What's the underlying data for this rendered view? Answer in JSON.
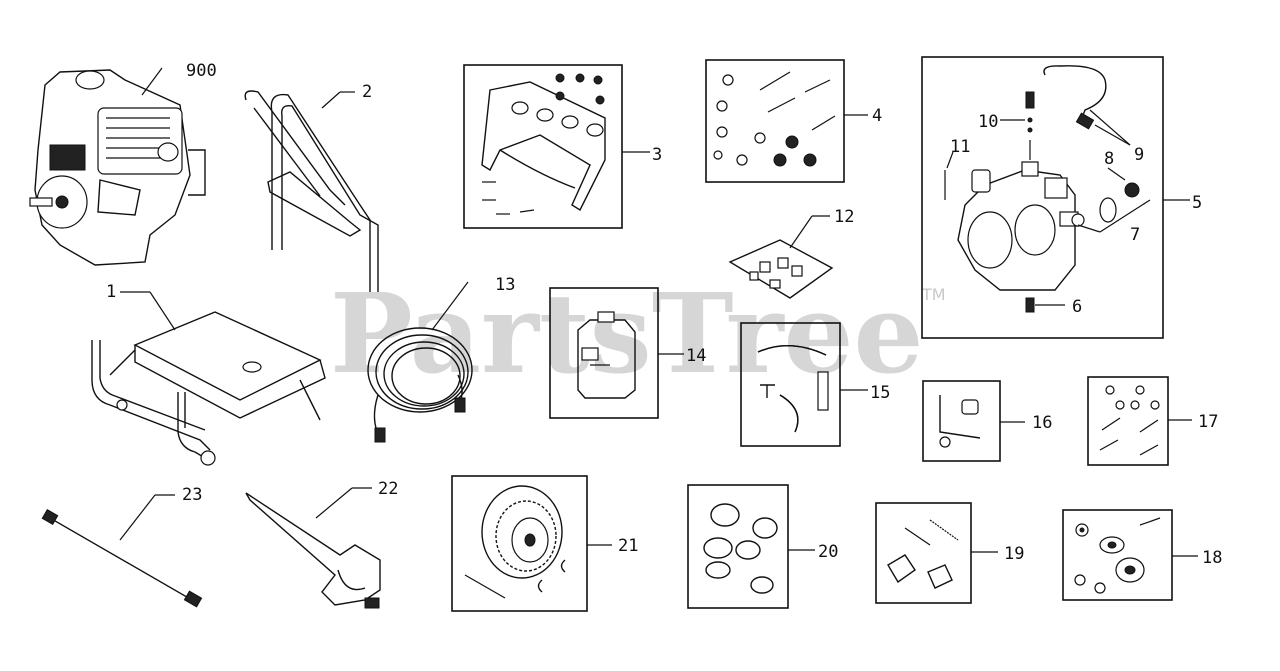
{
  "watermark": {
    "text": "PartsTree",
    "tm": "TM"
  },
  "callouts": {
    "c900": "900",
    "c2": "2",
    "c3": "3",
    "c4": "4",
    "c5": "5",
    "c6": "6",
    "c7": "7",
    "c8": "8",
    "c9": "9",
    "c10": "10",
    "c11": "11",
    "c12": "12",
    "c13": "13",
    "c14": "14",
    "c15": "15",
    "c16": "16",
    "c17": "17",
    "c18": "18",
    "c19": "19",
    "c20": "20",
    "c21": "21",
    "c22": "22",
    "c23": "23",
    "c1": "1"
  }
}
